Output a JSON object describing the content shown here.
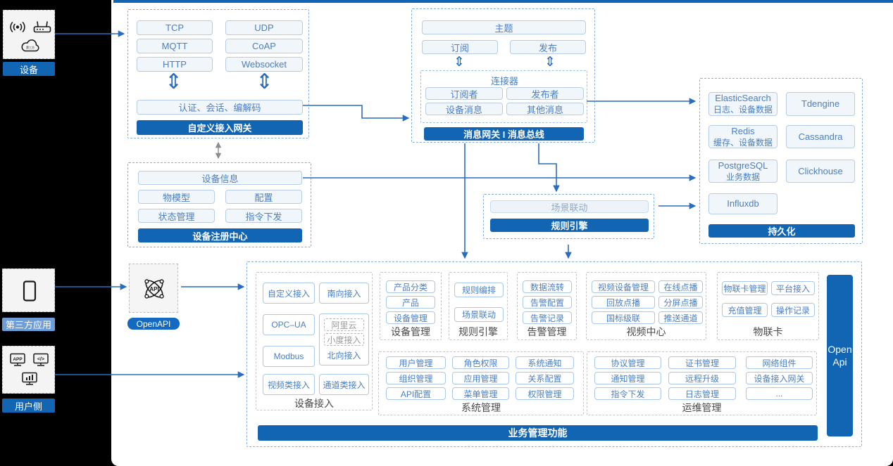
{
  "colors": {
    "bar_blue": "#1265b3",
    "pill_text": "#4b7fc1",
    "arrow_blue": "#2a6cbd",
    "light_label_blue": "#6d9ed8"
  },
  "glyphs": {
    "v_double_arrow": "⇕"
  },
  "icons": {
    "device": [
      "broadcast-icon",
      "router-icon",
      "cloud-icon"
    ],
    "third_party": [
      "smartphone-icon"
    ],
    "user_side": [
      "app-monitor-icon",
      "code-monitor-icon",
      "chart-monitor-icon"
    ],
    "openapi": "api-atom-icon"
  },
  "left_rail": {
    "device": {
      "label": "设备"
    },
    "third_party": {
      "label": "第三方应用"
    },
    "user_side": {
      "label": "用户侧"
    }
  },
  "custom_gateway": {
    "title": "自定义接入网关",
    "protocols": [
      "TCP",
      "UDP",
      "MQTT",
      "CoAP",
      "HTTP",
      "Websocket"
    ],
    "session": "认证、会话、编解码"
  },
  "device_registry": {
    "title": "设备注册中心",
    "info": "设备信息",
    "items": [
      "物模型",
      "配置",
      "状态管理",
      "指令下发"
    ]
  },
  "message_gateway": {
    "title": "消息网关 I 消息总线",
    "topic": "主题",
    "subscribe": "订阅",
    "publish": "发布",
    "connector": {
      "title": "连接器",
      "items": [
        "订阅者",
        "发布者",
        "设备消息",
        "其他消息"
      ]
    }
  },
  "rule_engine": {
    "title": "规则引擎",
    "scene": "场景联动"
  },
  "persistence": {
    "title": "持久化",
    "stores": [
      {
        "name": "ElasticSearch",
        "desc": "日志、设备数据"
      },
      {
        "name": "Tdengine",
        "desc": ""
      },
      {
        "name": "Redis",
        "desc": "缓存、设备数据"
      },
      {
        "name": "Cassandra",
        "desc": ""
      },
      {
        "name": "PostgreSQL",
        "desc": "业务数据"
      },
      {
        "name": "Clickhouse",
        "desc": ""
      },
      {
        "name": "Influxdb",
        "desc": ""
      }
    ]
  },
  "openapi": {
    "label": "OpenAPI"
  },
  "business": {
    "footer": "业务管理功能",
    "open_api": "Open Api",
    "device_access": {
      "label": "设备接入",
      "items": [
        "自定义接入",
        "南向接入",
        "OPC–UA",
        "Modbus",
        "视频类接入",
        "通道类接入"
      ],
      "north": {
        "label": "北向接入",
        "sub": [
          "阿里云",
          "小度接入"
        ]
      }
    },
    "device_mgmt": {
      "label": "设备管理",
      "items": [
        "产品分类",
        "产品",
        "设备管理"
      ]
    },
    "rule_engine": {
      "label": "规则引擎",
      "items": [
        "规则编排",
        "场景联动"
      ]
    },
    "alarm": {
      "label": "告警管理",
      "items": [
        "数据流转",
        "告警配置",
        "告警记录"
      ]
    },
    "video": {
      "label": "视频中心",
      "items": [
        "视频设备管理",
        "在线点播",
        "回放点播",
        "分屏点播",
        "国标级联",
        "推送通道"
      ]
    },
    "iot_card": {
      "label": "物联卡",
      "items": [
        "物联卡管理",
        "平台接入",
        "充值管理",
        "操作记录"
      ]
    },
    "system": {
      "label": "系统管理",
      "items": [
        "用户管理",
        "角色权限",
        "系统通知",
        "组织管理",
        "应用管理",
        "关系配置",
        "API配置",
        "菜单管理",
        "权限管理"
      ]
    },
    "ops": {
      "label": "运维管理",
      "items": [
        "协议管理",
        "证书管理",
        "网络组件",
        "通知管理",
        "远程升级",
        "设备接入网关",
        "指令下发",
        "日志管理",
        "..."
      ]
    }
  }
}
